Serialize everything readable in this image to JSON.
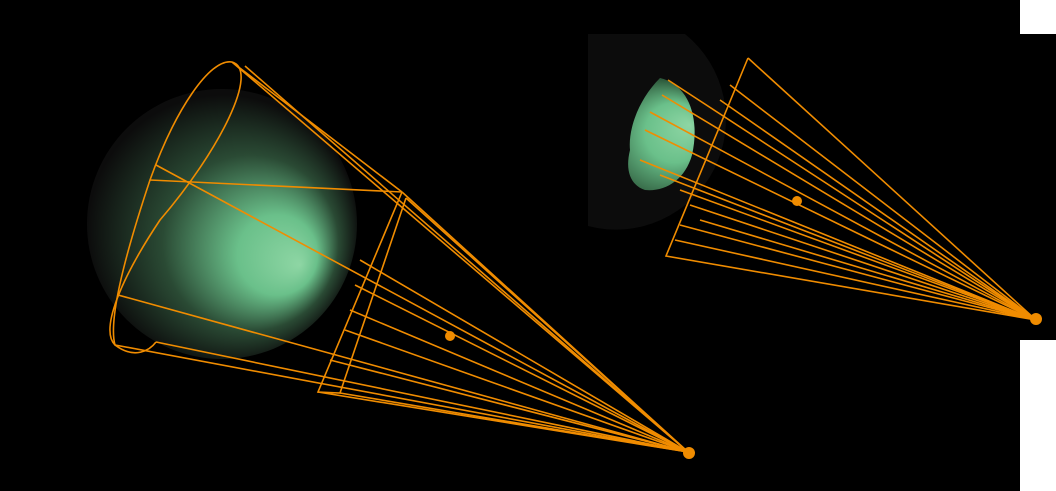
{
  "colors": {
    "background": "#000000",
    "page_margin": "#ffffff",
    "frustum_line": "#f08c00",
    "light_source": "#f08c00",
    "sphere_dark": "#0c0c0c",
    "sphere_mid": "#2a4a34",
    "sphere_lit": "#6ac08a",
    "sphere_highlight": "#8ed6a4"
  },
  "views": [
    {
      "id": "left-view",
      "objects": [
        "green-shaded-sphere",
        "cone-frustum",
        "light-source-point"
      ]
    },
    {
      "id": "right-view",
      "objects": [
        "cropped-green-sphere",
        "cone-frustum",
        "light-source-point"
      ]
    }
  ]
}
